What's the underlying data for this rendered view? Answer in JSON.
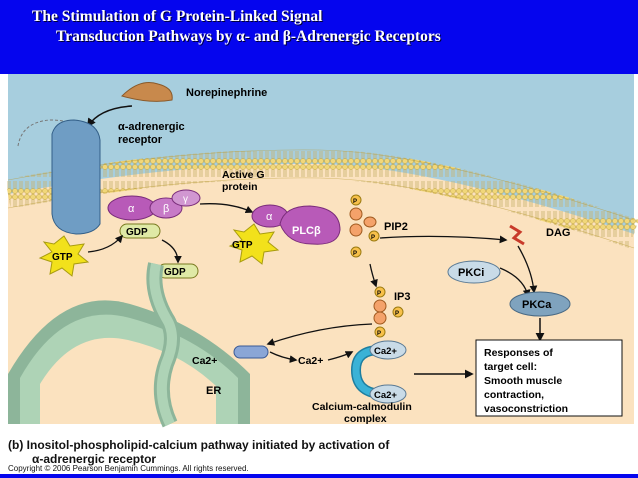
{
  "header": {
    "title_line1": "The Stimulation of G Protein-Linked Signal",
    "title_line2": "Transduction Pathways by α- and β-Adrenergic Receptors",
    "bg_color": "#0505ee"
  },
  "diagram": {
    "norepinephrine": "Norepinephrine",
    "receptor_line1": "α-adrenergic",
    "receptor_line2": "receptor",
    "active_g_line1": "Active G",
    "active_g_line2": "protein",
    "alpha": "α",
    "beta": "β",
    "gamma": "γ",
    "gdp": "GDP",
    "gtp": "GTP",
    "plc": "PLCβ",
    "pip2": "PIP2",
    "dag": "DAG",
    "ip3": "IP3",
    "p": "P",
    "pkc_i": "PKCi",
    "pkc_a": "PKCa",
    "ca": "Ca2+",
    "er": "ER",
    "calmodulin_line1": "Calcium-calmodulin",
    "calmodulin_line2": "complex",
    "responses": [
      "Responses of",
      "target cell:",
      "Smooth muscle",
      "contraction,",
      "vasoconstriction"
    ],
    "colors": {
      "extracellular": "#a7cede",
      "cytoplasm": "#fbe2bf",
      "membrane_head": "#f1d77a",
      "receptor": "#6f9dc4",
      "g_protein": "#b85ab8",
      "gtp_star": "#f2e11b",
      "er": "#aed3b6",
      "calmodulin": "#3ab2d6"
    }
  },
  "caption": {
    "line1": "(b)  Inositol-phospholipid-calcium pathway initiated by activation of",
    "line2": "α-adrenergic receptor",
    "copyright": "Copyright © 2006 Pearson Benjamin Cummings. All rights reserved."
  }
}
